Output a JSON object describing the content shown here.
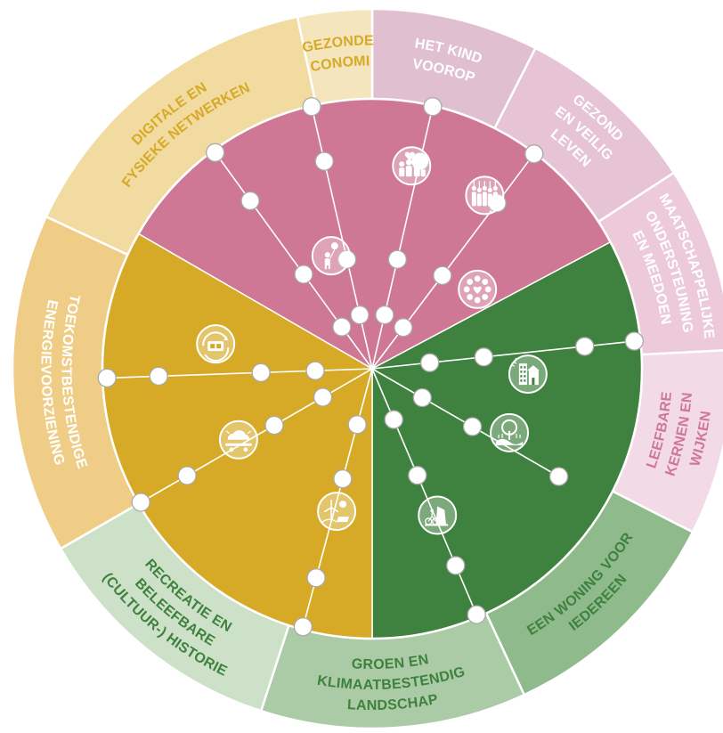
{
  "segments": [
    {
      "id": "het-kind-voorop",
      "lines": [
        "HET KIND",
        "VOOROP"
      ],
      "outer_color": "#e0bfd1",
      "inner_color": "#cf7895",
      "text_color": "#ffffff",
      "icon": "child-balloon-icon"
    },
    {
      "id": "gezond-en-veilig-leven",
      "lines": [
        "GEZOND",
        "EN VEILIG",
        "LEVEN"
      ],
      "outer_color": "#e6c3d5",
      "inner_color": "#cf7895",
      "text_color": "#ffffff",
      "icon": "family-heart-icon"
    },
    {
      "id": "maatschappelijke-ondersteuning",
      "lines": [
        "MAATSCHAPPELIJKE",
        "ONDERSTEUNING",
        "EN MEEDOEN"
      ],
      "outer_color": "#eccad9",
      "inner_color": "#cf7895",
      "text_color": "#ffffff",
      "icon": "people-group-icon"
    },
    {
      "id": "leefbare-kernen-en-wijken",
      "lines": [
        "LEEFBARE",
        "KERNEN EN",
        "WIJKEN"
      ],
      "outer_color": "#f2dbe6",
      "inner_color": "#cf7895",
      "text_color": "#cf7895",
      "icon": "community-circle-icon"
    },
    {
      "id": "een-woning-voor-iedereen",
      "lines": [
        "EEN WONING VOOR",
        "IEDEREEN"
      ],
      "outer_color": "#8fba8b",
      "inner_color": "#3f813e",
      "text_color": "#3f813e",
      "icon": "housing-buildings-icon"
    },
    {
      "id": "groen-en-klimaatbestendig-landschap",
      "lines": [
        "GROEN EN",
        "KLIMAATBESTENDIG",
        "LANDSCHAP"
      ],
      "outer_color": "#abcba6",
      "inner_color": "#3f813e",
      "text_color": "#3f813e",
      "icon": "tree-landscape-icon"
    },
    {
      "id": "recreatie-en-beleefbare-historie",
      "lines": [
        "RECREATIE EN",
        "BELEEFBARE",
        "(CULTUUR-) HISTORIE"
      ],
      "outer_color": "#cde1c9",
      "inner_color": "#3f813e",
      "text_color": "#3f813e",
      "icon": "windmill-cyclist-icon"
    },
    {
      "id": "toekomstbestendige-energievoorziening",
      "lines": [
        "TOEKOMSTBESTENDIGE",
        "ENERGIEVOORZIENING"
      ],
      "outer_color": "#efcd87",
      "inner_color": "#d6aa27",
      "text_color": "#ffffff",
      "icon": "wind-solar-icon"
    },
    {
      "id": "digitale-en-fysieke-netwerken",
      "lines": [
        "DIGITALE EN",
        "FYSIEKE NETWERKEN"
      ],
      "outer_color": "#f2dba0",
      "inner_color": "#d6aa27",
      "text_color": "#d6aa27",
      "icon": "network-cloud-icon"
    },
    {
      "id": "gezonde-economie",
      "lines": [
        "GEZONDE",
        "ECONOMIE"
      ],
      "outer_color": "#f4e5bd",
      "inner_color": "#d6aa27",
      "text_color": "#d6aa27",
      "icon": "economy-cycle-icon"
    }
  ]
}
